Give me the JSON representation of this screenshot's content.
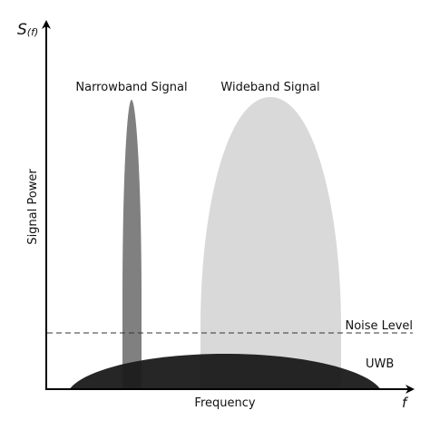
{
  "labels": {
    "y_axis_symbol": "S",
    "y_axis_symbol_sub": "(f)",
    "x_axis_symbol": "f",
    "y_axis_title": "Signal Power",
    "x_axis_title": "Frequency",
    "narrowband": "Narrowband Signal",
    "wideband": "Wideband Signal",
    "noise": "Noise Level",
    "uwb": "UWB"
  },
  "colors": {
    "narrowband": "#808080",
    "wideband": "#d9d9d9",
    "uwb": "#1a1a1a",
    "axis": "#000000",
    "noise_line": "#333333"
  }
}
